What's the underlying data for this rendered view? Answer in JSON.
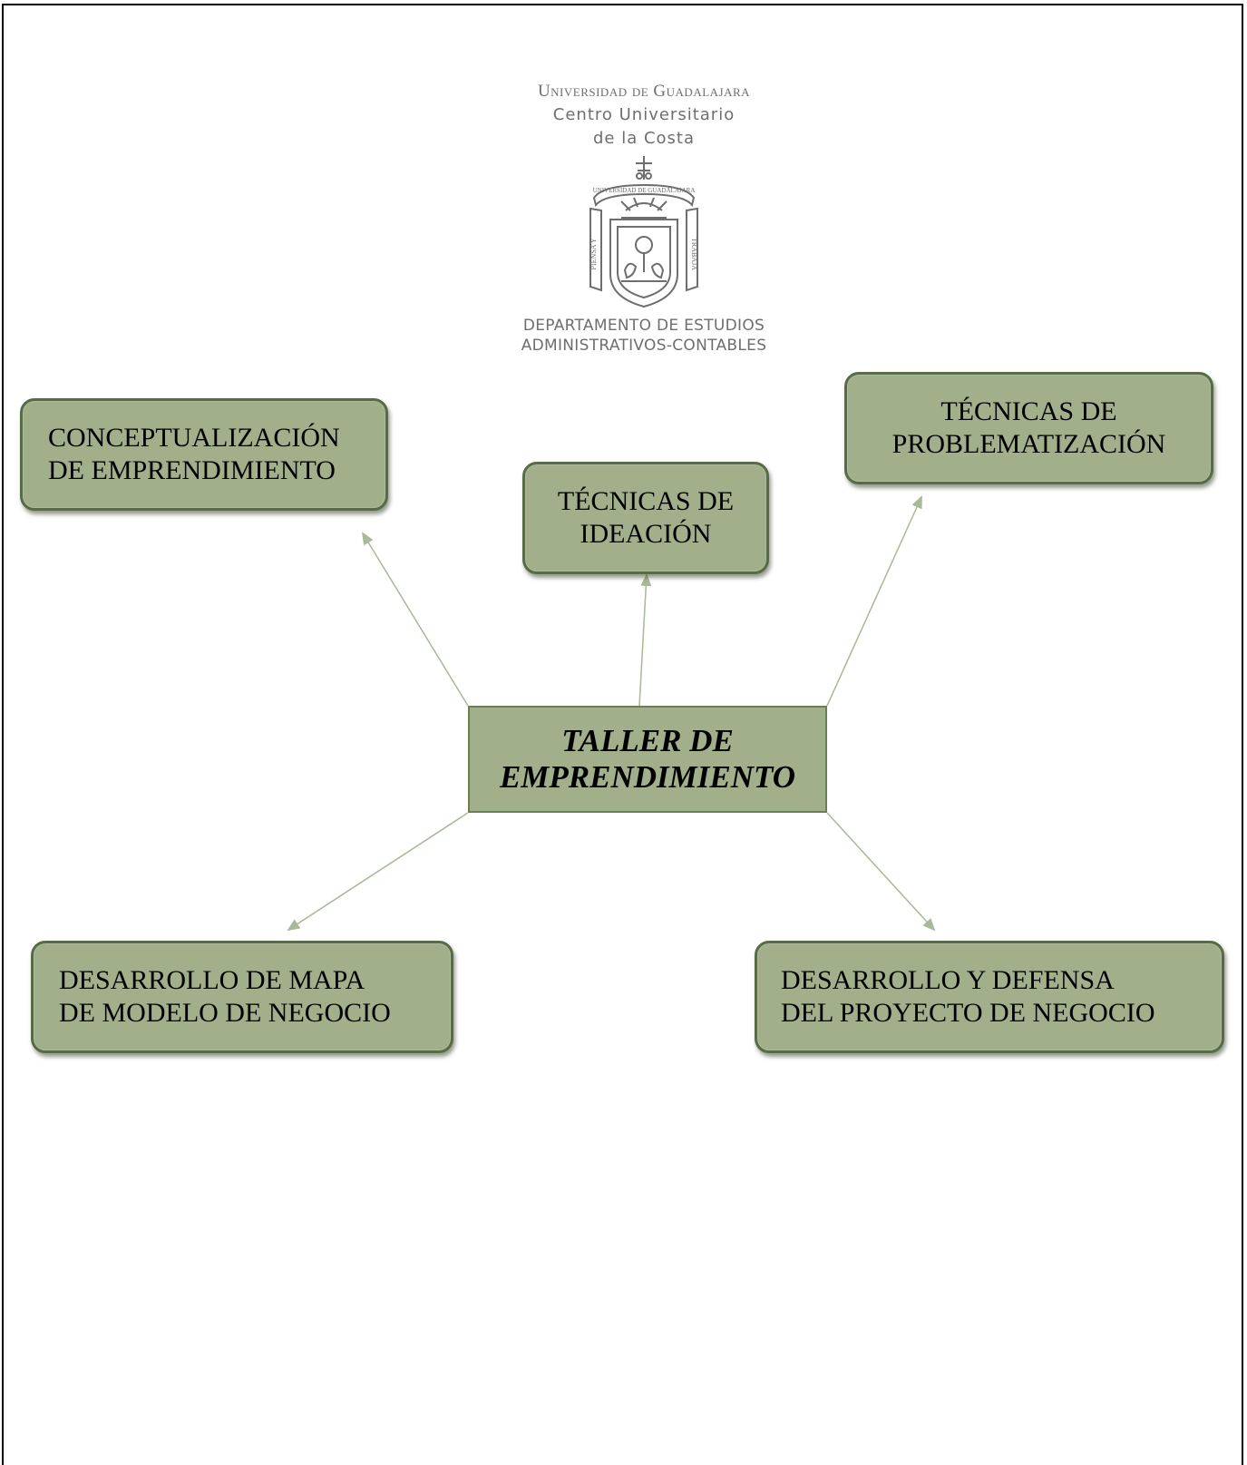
{
  "logo": {
    "university": "Universidad de Guadalajara",
    "center_line1": "Centro Universitario",
    "center_line2": "de la Costa",
    "seal_text_top": "UNIVERSIDAD DE GUADALAJARA",
    "seal_text_left": "PIENSA Y",
    "seal_text_right": "TRABAJA",
    "department_line1": "DEPARTAMENTO DE ESTUDIOS",
    "department_line2": "ADMINISTRATIVOS-CONTABLES"
  },
  "diagram": {
    "center": {
      "line1": "TALLER DE",
      "line2": "EMPRENDIMIENTO"
    },
    "nodes": [
      {
        "id": "conceptualizacion",
        "text": "CONCEPTUALIZACIÓN\nDE EMPRENDIMIENTO"
      },
      {
        "id": "ideacion",
        "text": "TÉCNICAS DE\nIDEACIÓN"
      },
      {
        "id": "problematizacion",
        "text": "TÉCNICAS DE\nPROBLEMATIZACIÓN"
      },
      {
        "id": "mapa-modelo",
        "text": "DESARROLLO DE MAPA\nDE MODELO DE NEGOCIO"
      },
      {
        "id": "defensa-proyecto",
        "text": "DESARROLLO Y DEFENSA\nDEL PROYECTO DE NEGOCIO"
      }
    ],
    "colors": {
      "box_fill": "#a1b08b",
      "box_border": "#566b46",
      "arrow": "#a9b896"
    }
  }
}
